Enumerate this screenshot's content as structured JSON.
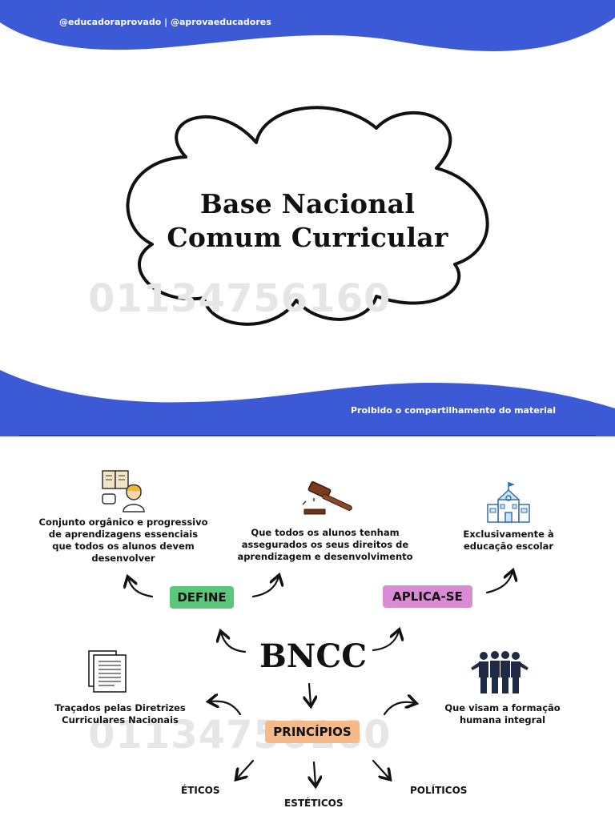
{
  "header": {
    "handles": "@educadoraprovado | @aprovaeducadores"
  },
  "cover": {
    "title_line1": "Base Nacional",
    "title_line2": "Comum Curricular",
    "watermark": "01134756160",
    "notice": "Proibido o compartilhamento do material"
  },
  "diagram": {
    "center": "BNCC",
    "define": {
      "label": "DEFINE",
      "note1": "Conjunto orgânico e progressivo de aprendizagens essenciais que todos os alunos devem desenvolver",
      "note2": "Que todos os alunos tenham assegurados os seus direitos de aprendizagem e desenvolvimento"
    },
    "aplica": {
      "label": "APLICA-SE",
      "note": "Exclusivamente à educação escolar"
    },
    "left_note": "Traçados pelas Diretrizes Curriculares Nacionais",
    "right_note": "Que visam a formação humana integral",
    "principios": {
      "label": "PRINCÍPIOS",
      "items": [
        "ÉTICOS",
        "ESTÉTICOS",
        "POLÍTICOS"
      ]
    },
    "watermark": "01134756160"
  },
  "colors": {
    "brand_blue": "#3D5AD6",
    "define_green": "#5BC77A",
    "aplica_pink": "#D98BD4",
    "principios_orange": "#F5B98A"
  },
  "icons": [
    "book-teacher-icon",
    "gavel-icon",
    "school-building-icon",
    "documents-icon",
    "people-group-icon"
  ]
}
